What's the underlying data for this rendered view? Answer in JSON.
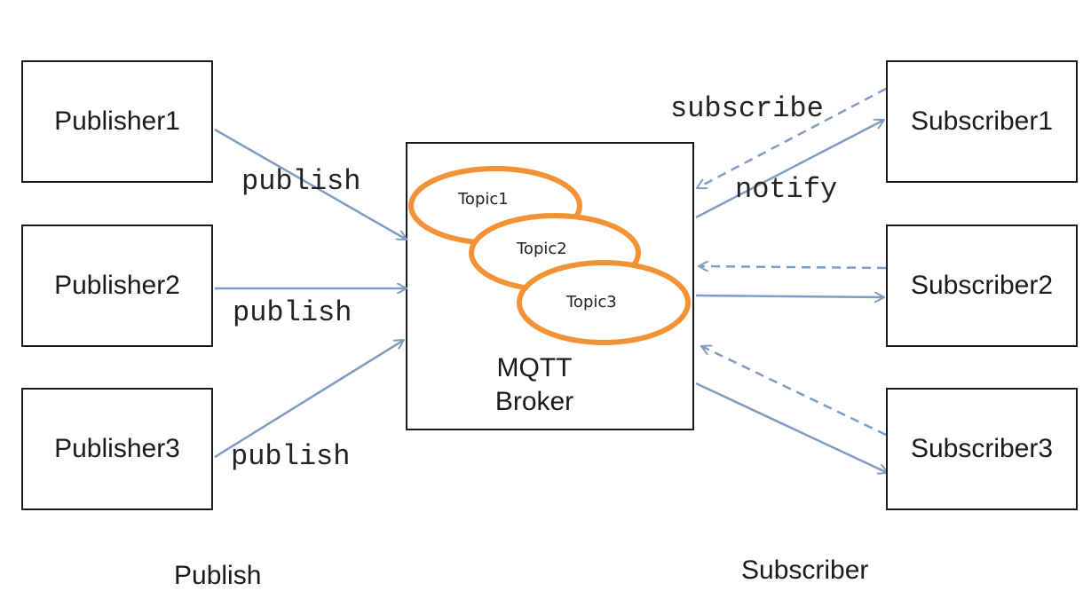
{
  "publishers": [
    {
      "label": "Publisher1"
    },
    {
      "label": "Publisher2"
    },
    {
      "label": "Publisher3"
    }
  ],
  "subscribers": [
    {
      "label": "Subscriber1"
    },
    {
      "label": "Subscriber2"
    },
    {
      "label": "Subscriber3"
    }
  ],
  "broker": {
    "line1": "MQTT",
    "line2": "Broker"
  },
  "topics": [
    {
      "label": "Topic1"
    },
    {
      "label": "Topic2"
    },
    {
      "label": "Topic3"
    }
  ],
  "edge_labels": {
    "publish": "publish",
    "subscribe": "subscribe",
    "notify": "notify"
  },
  "groups": {
    "left": "Publish",
    "right": "Subscriber"
  },
  "colors": {
    "arrow": "#7e9cc4",
    "topic_ring": "#f39235",
    "border": "#1a1a1a"
  }
}
